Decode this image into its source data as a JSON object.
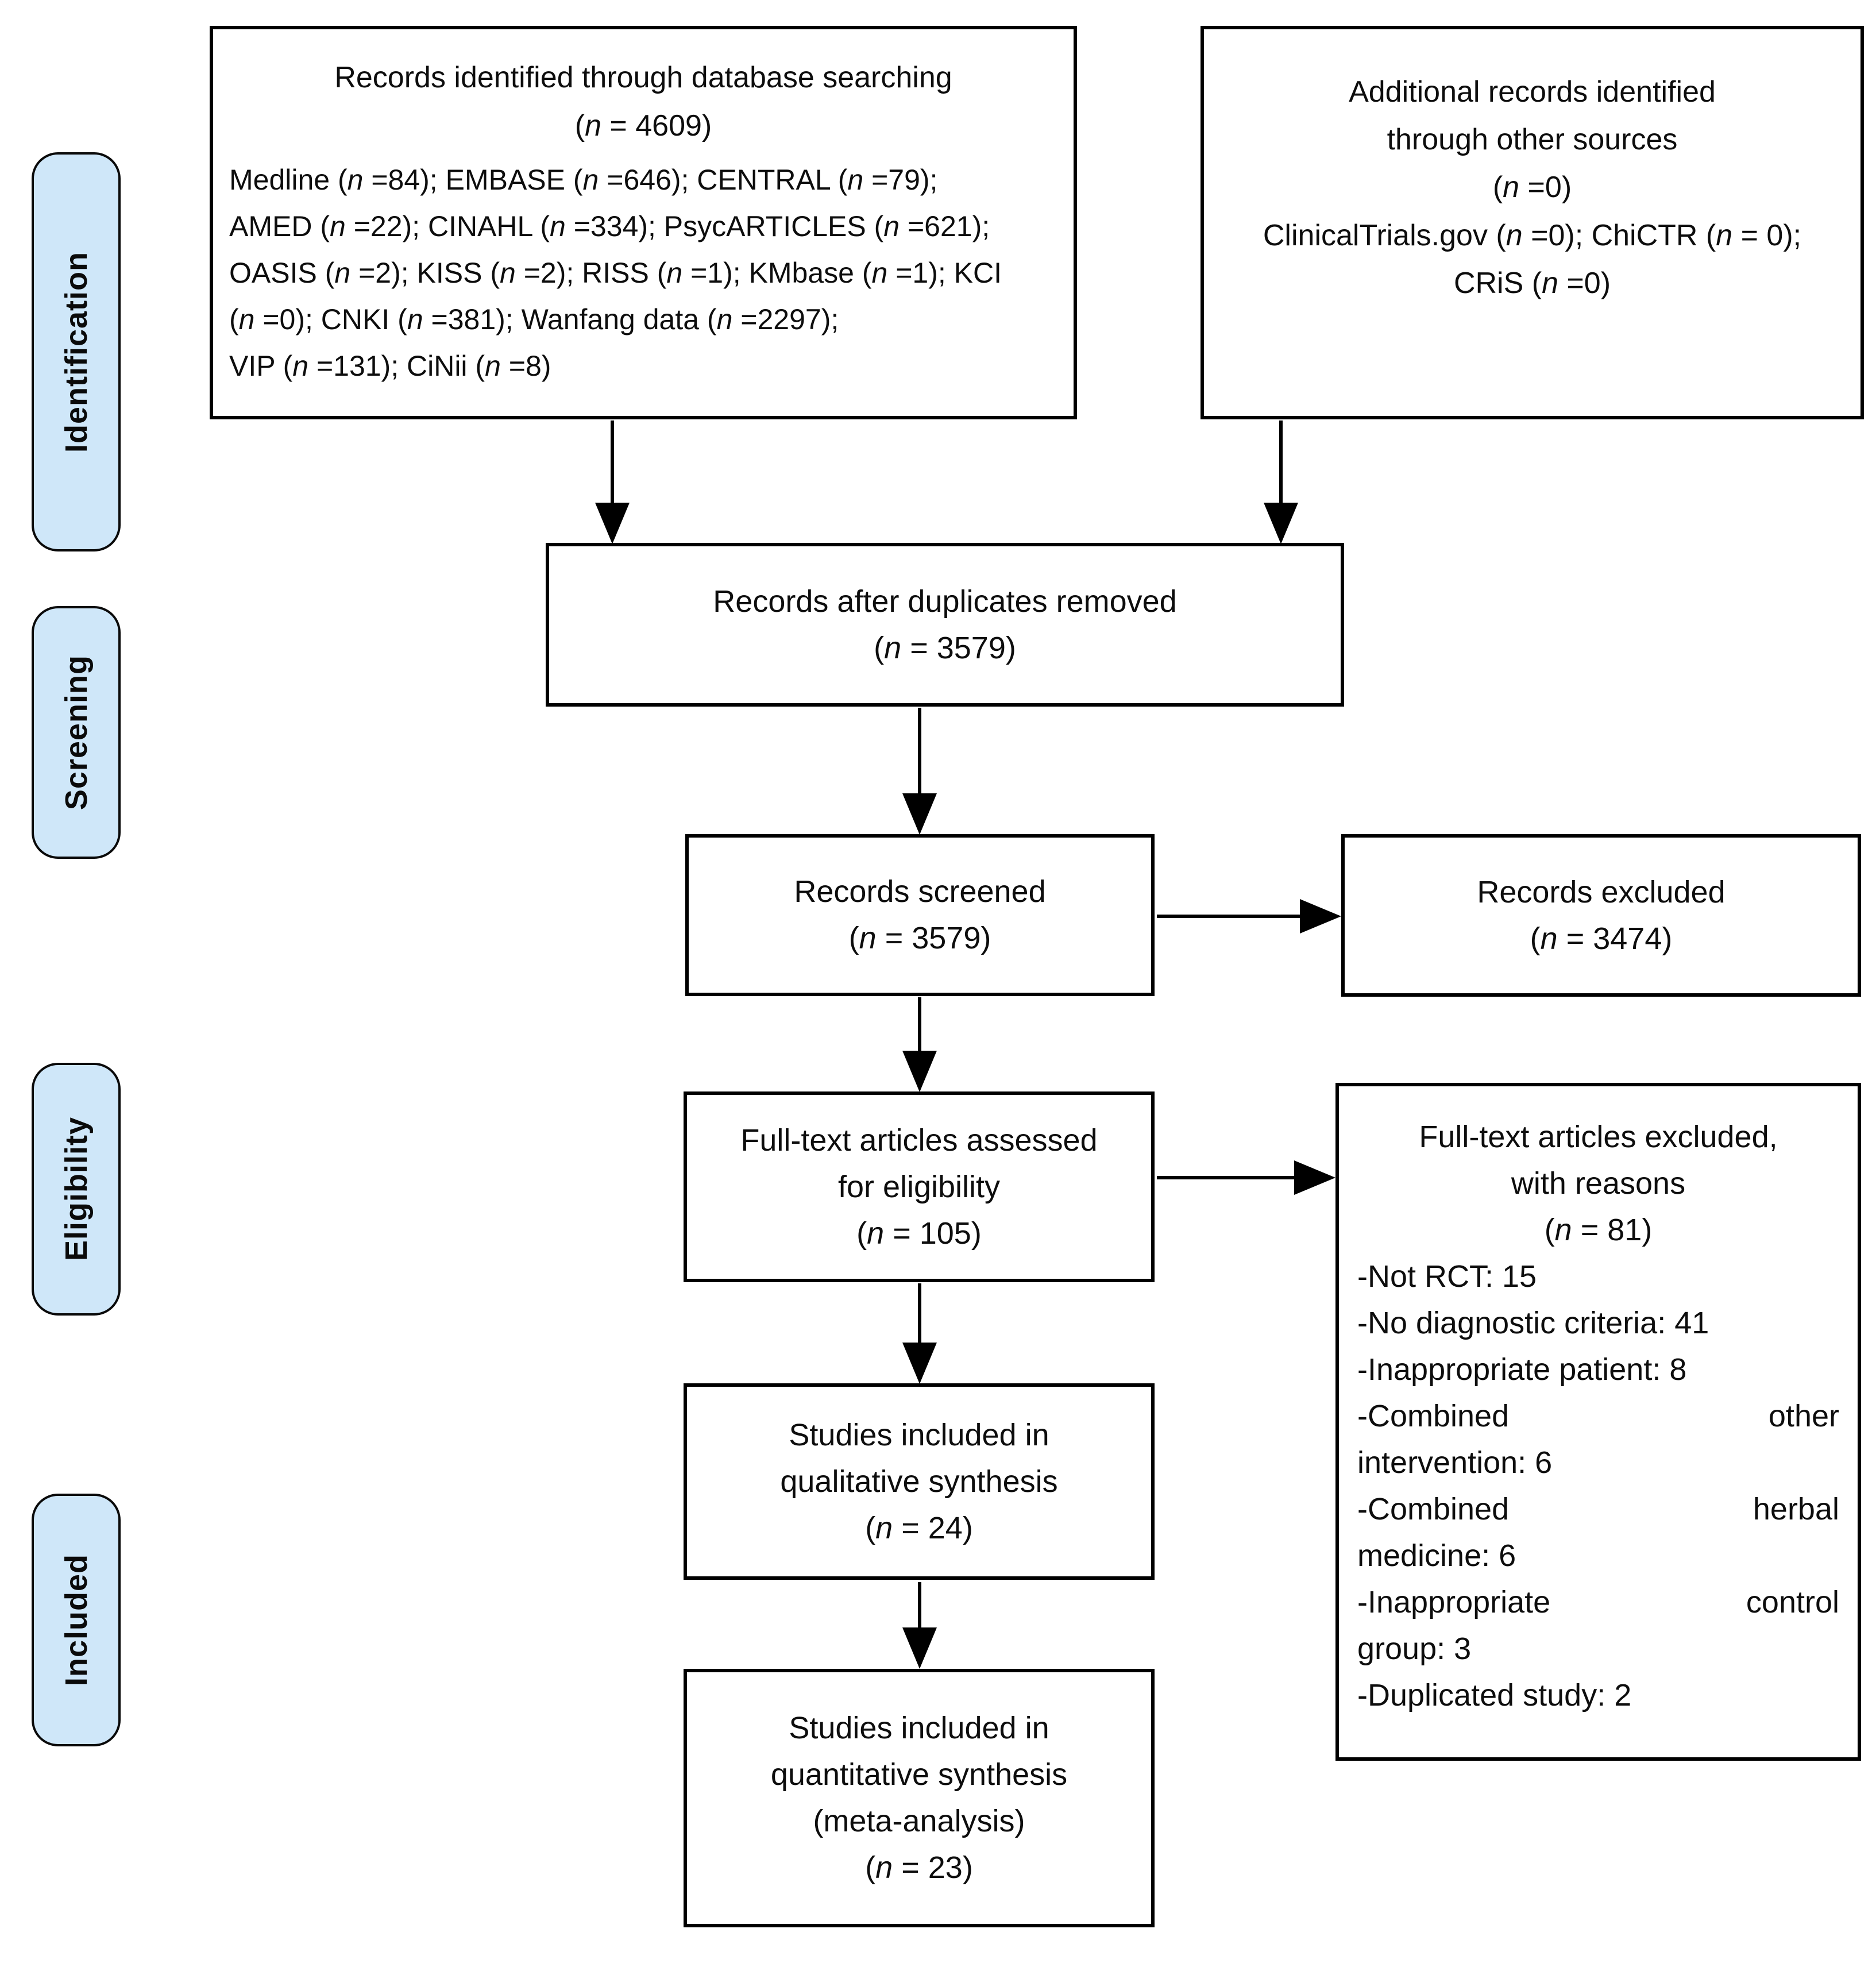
{
  "sidebar": {
    "labels": [
      {
        "text": "Identification"
      },
      {
        "text": "Screening"
      },
      {
        "text": "Eligibility"
      },
      {
        "text": "Included"
      }
    ]
  },
  "boxes": {
    "db_search": {
      "title": "Records identified through database searching",
      "count": "(n = 4609)",
      "lines": [
        "Medline (n =84); EMBASE (n =646); CENTRAL (n =79);",
        "AMED (n =22); CINAHL (n =334); PsycARTICLES (n =621);",
        "OASIS (n =2); KISS (n =2); RISS (n =1); KMbase (n =1); KCI",
        "(n =0); CNKI (n =381); Wanfang data (n =2297);",
        "VIP (n =131); CiNii (n =8)"
      ]
    },
    "other_sources": {
      "title_line1": "Additional records identified",
      "title_line2": "through other sources",
      "count": "(n =0)",
      "lines": [
        "ClinicalTrials.gov (n =0); ChiCTR (n = 0);",
        "CRiS (n =0)"
      ]
    },
    "dedup": {
      "title": "Records after duplicates removed",
      "count": "(n = 3579)"
    },
    "screened": {
      "title": "Records screened",
      "count": "(n = 3579)"
    },
    "records_excluded": {
      "title": "Records excluded",
      "count": "(n = 3474)"
    },
    "fulltext_assessed": {
      "title_line1": "Full-text articles assessed",
      "title_line2": "for eligibility",
      "count": "(n = 105)"
    },
    "fulltext_excluded": {
      "title_line1": "Full-text articles excluded,",
      "title_line2": "with reasons",
      "count": "(n = 81)",
      "reasons": [
        "-Not RCT: 15",
        "-No diagnostic criteria: 41",
        "-Inappropriate patient: 8",
        "-Combined other",
        "intervention: 6",
        "-Combined herbal",
        "medicine: 6",
        "-Inappropriate control",
        "group: 3",
        "-Duplicated study: 2"
      ]
    },
    "qualitative": {
      "title_line1": "Studies included in",
      "title_line2": "qualitative synthesis",
      "count": "(n = 24)"
    },
    "quantitative": {
      "title_line1": "Studies included in",
      "title_line2": "quantitative synthesis",
      "title_line3": "(meta-analysis)",
      "count": "(n = 23)"
    }
  },
  "colors": {
    "stage_fill": "#cfe7f9",
    "box_border": "#000000",
    "arrow": "#000000",
    "background": "#ffffff"
  }
}
